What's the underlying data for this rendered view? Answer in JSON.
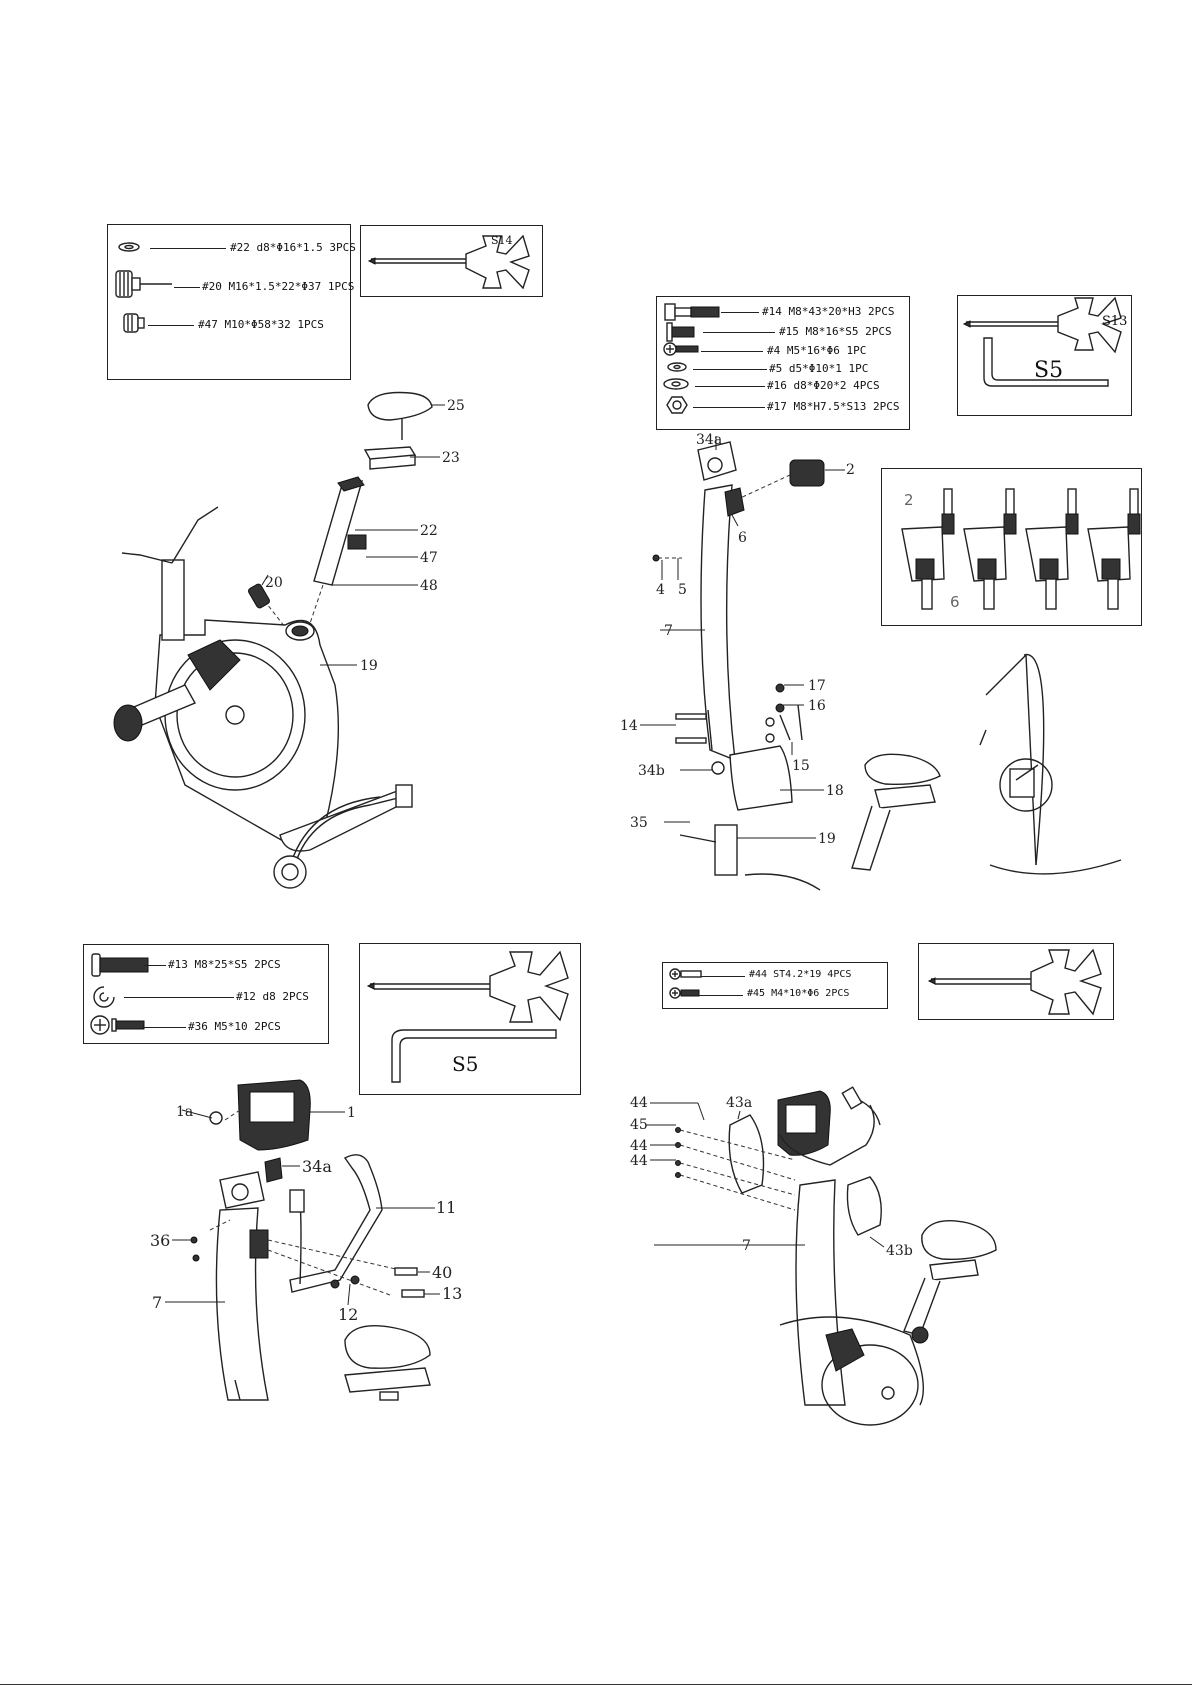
{
  "step1": {
    "parts": [
      {
        "no": "#22",
        "spec": "d8*Φ16*1.5",
        "qty": "3PCS"
      },
      {
        "no": "#20",
        "spec": "M16*1.5*22*Φ37",
        "qty": "1PCS"
      },
      {
        "no": "#47",
        "spec": "M10*Φ58*32",
        "qty": "1PCS"
      }
    ],
    "wrench_size": "S14",
    "labels": [
      "25",
      "23",
      "22",
      "47",
      "48",
      "20",
      "19"
    ]
  },
  "step2": {
    "parts": [
      {
        "no": "#14",
        "spec": "M8*43*20*H3",
        "qty": "2PCS"
      },
      {
        "no": "#15",
        "spec": "M8*16*S5",
        "qty": "2PCS"
      },
      {
        "no": "#4",
        "spec": "M5*16*Φ6",
        "qty": "1PC"
      },
      {
        "no": "#5",
        "spec": "d5*Φ10*1",
        "qty": "1PC"
      },
      {
        "no": "#16",
        "spec": "d8*Φ20*2",
        "qty": "4PCS"
      },
      {
        "no": "#17",
        "spec": "M8*H7.5*S13",
        "qty": "2PCS"
      }
    ],
    "wrench_size": "S13",
    "allen_size": "S5",
    "labels": [
      "34a",
      "2",
      "6",
      "4",
      "5",
      "7",
      "17",
      "16",
      "14",
      "15",
      "34b",
      "18",
      "35",
      "19"
    ],
    "detail_label_top": "2",
    "detail_label_bottom": "6"
  },
  "step3": {
    "parts": [
      {
        "no": "#13",
        "spec": "M8*25*S5",
        "qty": "2PCS"
      },
      {
        "no": "#12",
        "spec": "d8",
        "qty": "2PCS"
      },
      {
        "no": "#36",
        "spec": "M5*10",
        "qty": "2PCS"
      }
    ],
    "allen_size": "S5",
    "labels": [
      "1a",
      "1",
      "34a",
      "11",
      "36",
      "40",
      "12",
      "13",
      "7"
    ]
  },
  "step4": {
    "parts": [
      {
        "no": "#44",
        "spec": "ST4.2*19",
        "qty": "4PCS"
      },
      {
        "no": "#45",
        "spec": "M4*10*Φ6",
        "qty": "2PCS"
      }
    ],
    "labels": [
      "44",
      "43a",
      "45",
      "44",
      "44",
      "7",
      "43b"
    ]
  }
}
